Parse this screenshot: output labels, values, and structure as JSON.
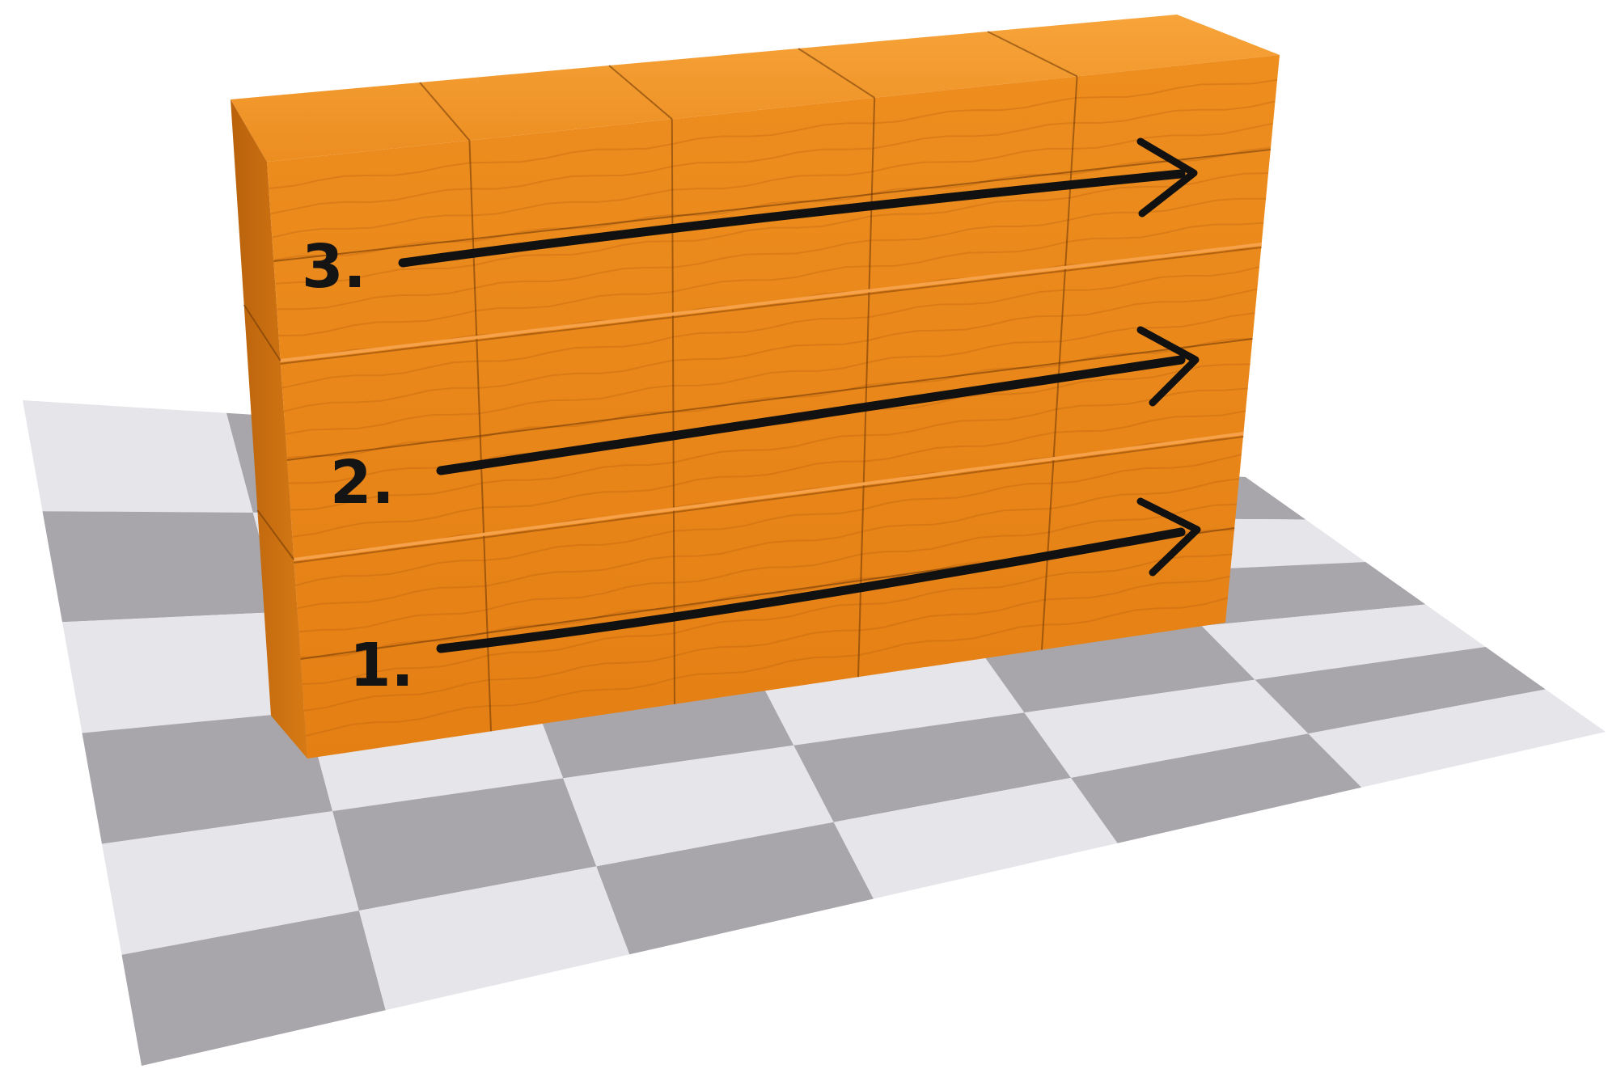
{
  "diagram": {
    "steps": [
      {
        "label": "1."
      },
      {
        "label": "2."
      },
      {
        "label": "3."
      }
    ],
    "colors": {
      "wood_front": "#e98a1c",
      "wood_top": "#f29a2e",
      "wood_side": "#c96f10",
      "floor_light": "#e6e5ea",
      "floor_dark": "#a8a6ab",
      "arrow": "#111111"
    }
  }
}
